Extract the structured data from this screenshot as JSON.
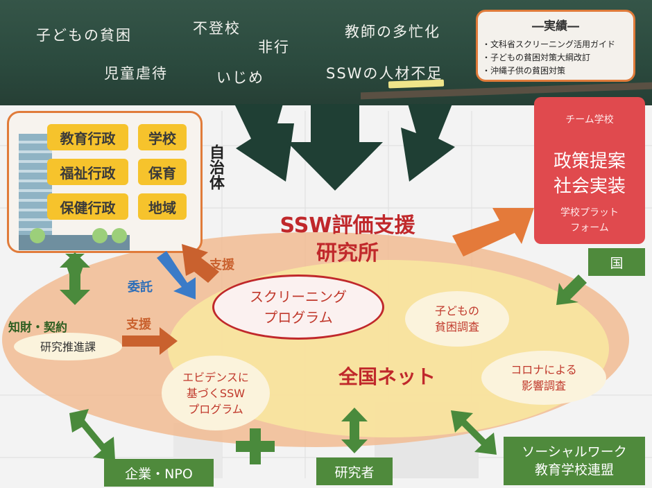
{
  "chalkboard": {
    "words": [
      "子どもの貧困",
      "不登校",
      "非行",
      "教師の多忙化",
      "児童虐待",
      "いじめ",
      "SSWの人材不足"
    ]
  },
  "achievements": {
    "title": "―実績―",
    "items": [
      "・文科省スクリーニング活用ガイド",
      "・子どもの貧困対策大綱改訂",
      "・沖縄子供の貧困対策"
    ]
  },
  "municipality": {
    "label": "自治体",
    "cells": [
      "教育行政",
      "学校",
      "福祉行政",
      "保育",
      "保健行政",
      "地域"
    ]
  },
  "team_school": {
    "tag": "チーム学校",
    "main": [
      "政策提案",
      "社会実装"
    ],
    "sub": [
      "学校プラット",
      "フォーム"
    ]
  },
  "country_label": "国",
  "institute": [
    "SSW評価支援",
    "研究所"
  ],
  "screening": [
    "スクリーニング",
    "プログラム"
  ],
  "network_label": "全国ネット",
  "child_poverty": [
    "子どもの",
    "貧困調査"
  ],
  "corona": [
    "コロナによる",
    "影響調査"
  ],
  "evidence": [
    "エビデンスに",
    "基づくSSW",
    "プログラム"
  ],
  "ip_section": [
    "知財・契約",
    "研究推進課"
  ],
  "arrow_labels": {
    "commission": "委託",
    "support_1": "支援",
    "support_2": "支援"
  },
  "bottom": {
    "company": "企業・NPO",
    "researcher": "研究者",
    "social_work": [
      "ソーシャルワーク",
      "教育学校連盟"
    ]
  },
  "colors": {
    "chalkboard": "#2c4a3e",
    "dark_arrow": "#1f3f34",
    "green_arrow": "#4a8a3c",
    "orange_arrow": "#e47a3a",
    "red_box": "#e04a4e",
    "title_red": "#c0282b",
    "cell_yellow": "#f6c32c",
    "network_ellipse": "#f2b98f",
    "inner_ellipse": "#f9e5a0"
  }
}
